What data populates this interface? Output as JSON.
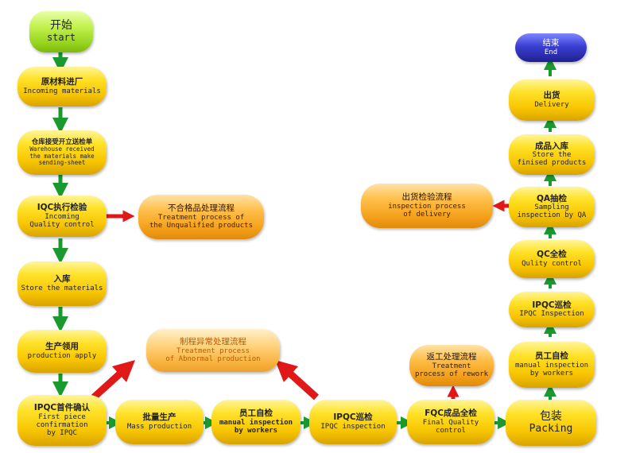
{
  "nodes": {
    "start": {
      "zh": "开始",
      "en": "start"
    },
    "incoming": {
      "zh": "原材料进厂",
      "en": "Incoming materials"
    },
    "warehouse": {
      "zh": "仓库接受开立送检单",
      "en": "Warehouse received",
      "en2": "the materials make",
      "en3": "sending-sheet"
    },
    "iqc": {
      "zh": "IQC执行检验",
      "en": "Incoming",
      "en2": "Quality control"
    },
    "unqualified": {
      "zh": "不合格品处理流程",
      "en": "Treatment process of",
      "en2": "the Unqualified products"
    },
    "store": {
      "zh": "入库",
      "en": "Store the materials"
    },
    "production_apply": {
      "zh": "生产领用",
      "en": "production apply"
    },
    "ipqc_first": {
      "zh": "IPQC首件确认",
      "en": "First piece",
      "en2": "confirmation",
      "en3": "by IPQC"
    },
    "mass": {
      "zh": "批量生产",
      "en": "Mass production"
    },
    "abnormal": {
      "zh": "制程异常处理流程",
      "en": "Treatment process",
      "en2": "of Abnormal production"
    },
    "manual1": {
      "zh": "员工自检",
      "en": "manual inspection",
      "en2": "by workers"
    },
    "ipqc_patrol": {
      "zh": "IPQC巡检",
      "en": "IPQC inspection"
    },
    "fqc": {
      "zh": "FQC成品全检",
      "en": "Final Quality",
      "en2": "control"
    },
    "rework": {
      "zh": "返工处理流程",
      "en": "Treatment",
      "en2": "process of rework"
    },
    "packing": {
      "zh": "包装",
      "en": "Packing"
    },
    "manual2": {
      "zh": "员工自检",
      "en": "manual inspection",
      "en2": "by workers"
    },
    "ipqc_inspection": {
      "zh": "IPQC巡检",
      "en": "IPQC Inspection"
    },
    "qc_full": {
      "zh": "QC全检",
      "en": "Qulity control"
    },
    "qa": {
      "zh": "QA抽检",
      "en": "Sampling",
      "en2": "inspection by QA"
    },
    "delivery_inspect": {
      "zh": "出货检验流程",
      "en": "inspection process",
      "en2": "of delivery"
    },
    "finished": {
      "zh": "成品入库",
      "en": "Store the",
      "en2": "finised products"
    },
    "delivery": {
      "zh": "出货",
      "en": "Delivery"
    },
    "end": {
      "zh": "结束",
      "en": "End"
    }
  },
  "colors": {
    "flow_arrow": "#1a9a2e",
    "exception_arrow": "#e01818",
    "process_fill": "#f7c500",
    "exception_fill": "#f4a01a",
    "start_fill": "#94d11c",
    "end_fill": "#2a2ea8"
  }
}
